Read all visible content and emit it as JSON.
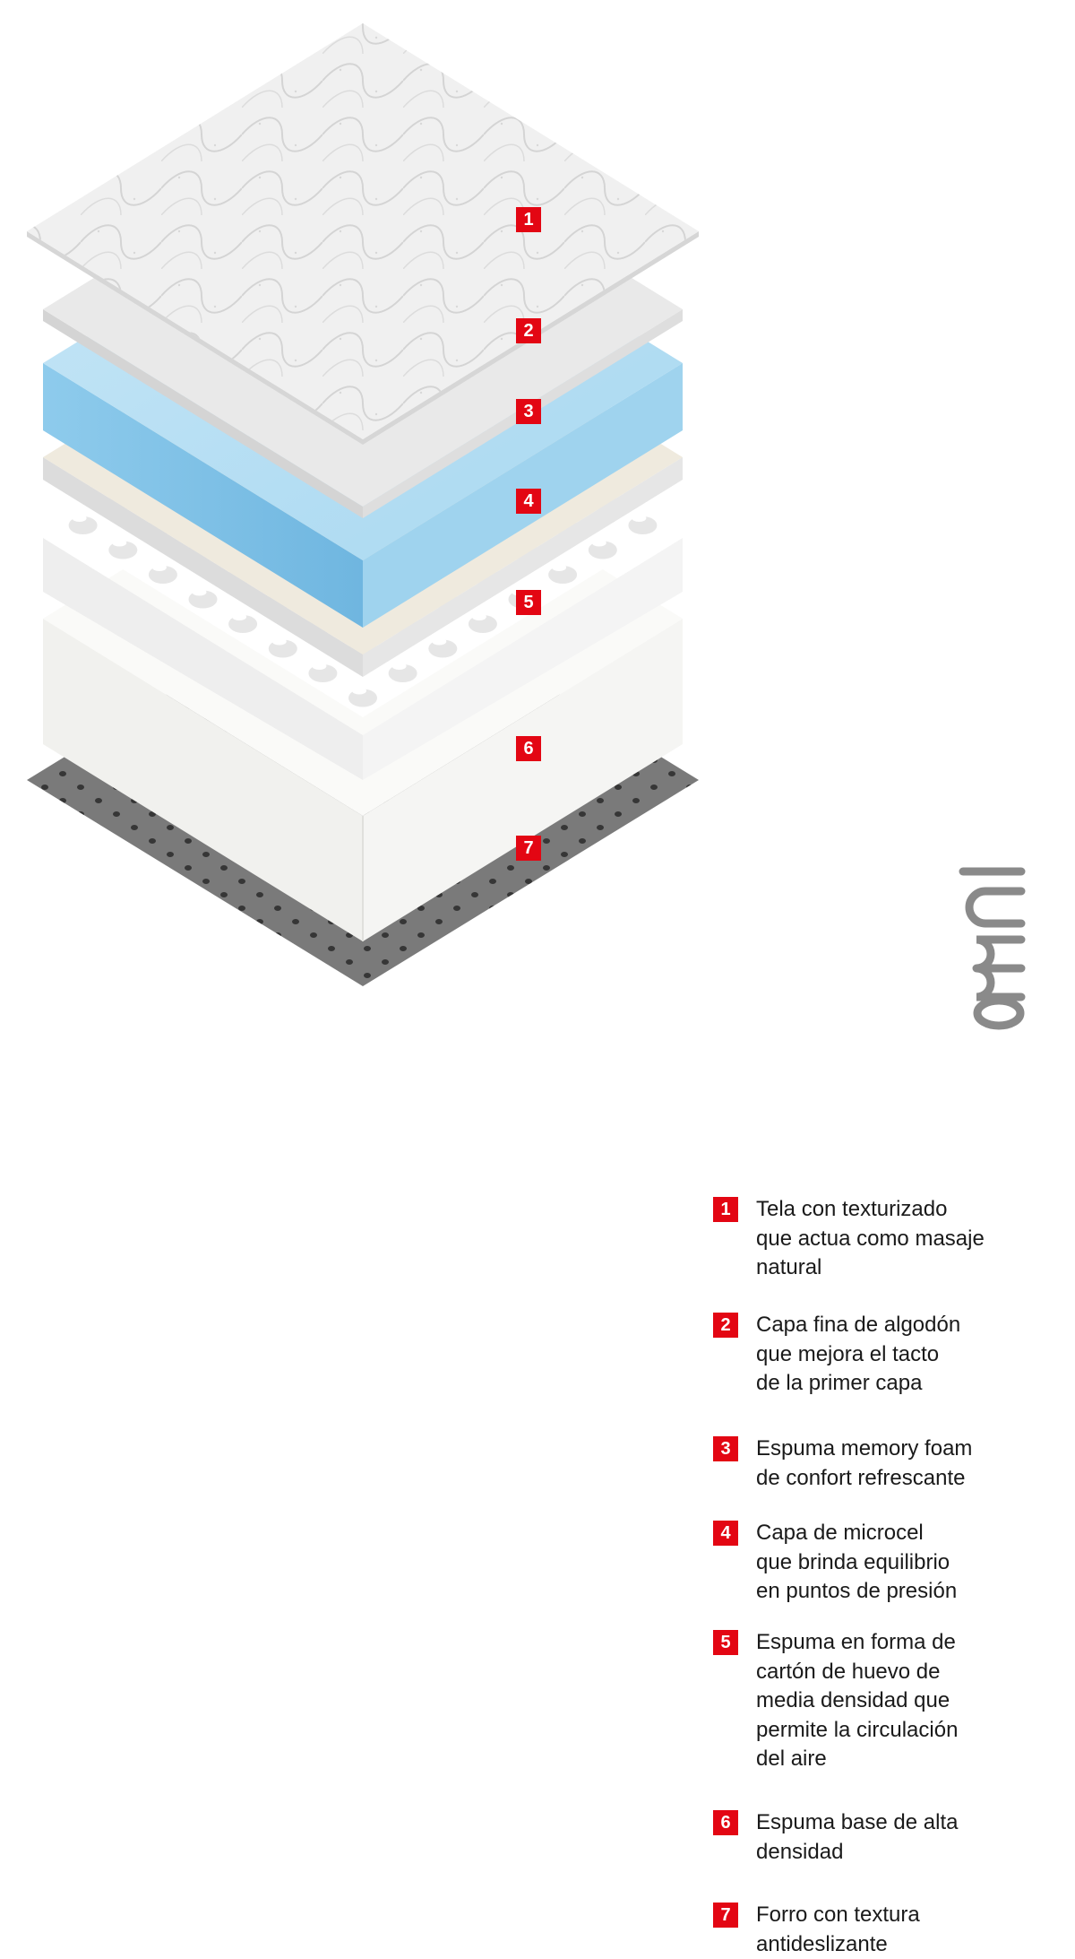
{
  "brand": {
    "logo_text": "lumo",
    "accent_color": "#e30613"
  },
  "layers": [
    {
      "number": "1",
      "color": "#ececec",
      "name": "top-fabric"
    },
    {
      "number": "2",
      "color": "#e8e8e8",
      "name": "cotton"
    },
    {
      "number": "3",
      "color": "#a9d8f0",
      "name": "memory-foam"
    },
    {
      "number": "4",
      "color": "#efeade",
      "name": "microcel"
    },
    {
      "number": "5",
      "color": "#f4f4f4",
      "name": "egg-crate"
    },
    {
      "number": "6",
      "color": "#f2f2ef",
      "name": "base-foam"
    },
    {
      "number": "7",
      "color": "#777777",
      "name": "non-slip-cover"
    }
  ],
  "legend": [
    {
      "number": "1",
      "lines": [
        "Tela con texturizado",
        "que actua como masaje",
        "natural"
      ]
    },
    {
      "number": "2",
      "lines": [
        "Capa fina de algodón",
        "que mejora el tacto",
        "de la primer capa"
      ]
    },
    {
      "number": "3",
      "lines": [
        "Espuma memory foam",
        "de confort refrescante"
      ]
    },
    {
      "number": "4",
      "lines": [
        "Capa de microcel",
        "que brinda equilibrio",
        "en puntos de presión"
      ]
    },
    {
      "number": "5",
      "lines": [
        "Espuma en forma de",
        "cartón de huevo de",
        "media densidad que",
        "permite la circulación",
        "del aire"
      ]
    },
    {
      "number": "6",
      "lines": [
        "Espuma base de alta",
        "densidad"
      ]
    },
    {
      "number": "7",
      "lines": [
        "Forro con textura",
        "antideslizante"
      ]
    }
  ]
}
